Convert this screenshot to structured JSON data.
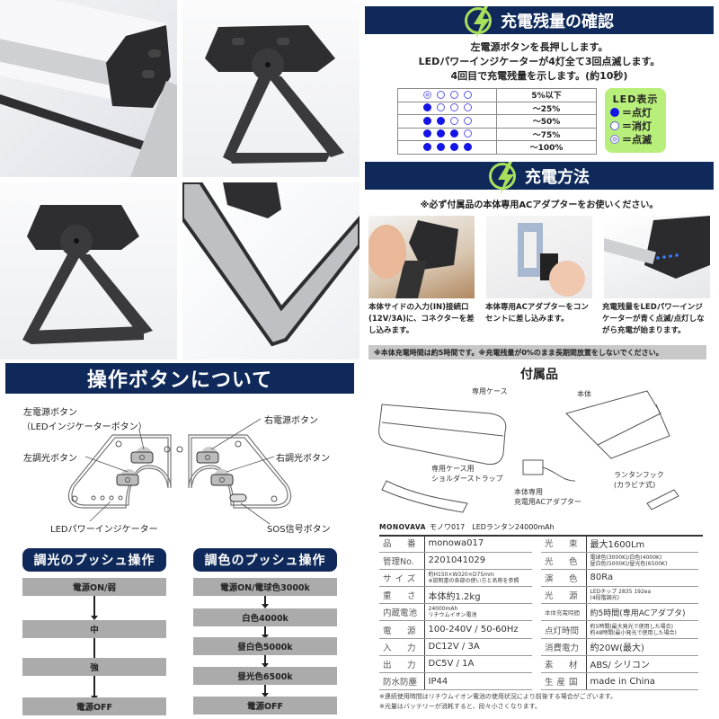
{
  "photos": {
    "items": [
      {
        "name": "lantern-side-closeup"
      },
      {
        "name": "lantern-front-stand"
      },
      {
        "name": "lantern-back-stand"
      },
      {
        "name": "stand-closeup"
      }
    ]
  },
  "charge_level": {
    "title": "充電残量の確認",
    "icon": "lightning-bolt-icon",
    "instructions": [
      "左電源ボタンを長押しします。",
      "LEDパワーインジケーターが4灯全て3回点滅します。",
      "4回目で充電残量を示します。(約10秒)"
    ],
    "rows": [
      {
        "leds": [
          "blink",
          "off",
          "off",
          "off"
        ],
        "label": "5%以下"
      },
      {
        "leds": [
          "on",
          "off",
          "off",
          "off"
        ],
        "label": "～25%"
      },
      {
        "leds": [
          "on",
          "on",
          "off",
          "off"
        ],
        "label": "～50%"
      },
      {
        "leds": [
          "on",
          "on",
          "on",
          "off"
        ],
        "label": "～75%"
      },
      {
        "leds": [
          "on",
          "on",
          "on",
          "on"
        ],
        "label": "～100%"
      }
    ],
    "legend": {
      "title": "LED表示",
      "on": "＝点灯",
      "off": "＝消灯",
      "blink": "＝点滅"
    },
    "colors": {
      "navy": "#0f2a5a",
      "led_blue": "#1414e6",
      "legend_green": "#b8ee7a",
      "bolt_green": "#a7e05a"
    }
  },
  "charging": {
    "title": "充電方法",
    "notice": "※必ず付属品の本体専用ACアダプターをお使いください。",
    "steps": [
      {
        "caption": "本体サイドの入力(IN)接続口(12V/3A)に、コネクターを差し込みます。"
      },
      {
        "caption": "本体専用ACアダプターをコンセントに差し込みます。"
      },
      {
        "caption": "充電残量をLEDパワーインジケーターが青く点滅/点灯しながら充電が始まります。"
      }
    ],
    "note": "※本体充電時間は約5時間です。※充電残量が0%のまま長期間放置をしないでください。"
  },
  "buttons": {
    "title": "操作ボタンについて",
    "labels": {
      "left_power": "左電源ボタン",
      "left_power_sub": "（LEDインジケーターボタン）",
      "right_power": "右電源ボタン",
      "left_dim": "左調光ボタン",
      "right_dim": "右調光ボタン",
      "led_indicator": "LEDパワーインジケーター",
      "sos": "SOS信号ボタン"
    }
  },
  "dimming": {
    "title": "調光のプッシュ操作",
    "steps": [
      "電源ON/弱",
      "中",
      "強",
      "電源OFF"
    ]
  },
  "color": {
    "title": "調色のプッシュ操作",
    "steps": [
      "電源ON/電球色3000k",
      "白色4000k",
      "昼白色5000k",
      "昼光色6500k",
      "電源OFF"
    ]
  },
  "accessories": {
    "title": "付属品",
    "items": [
      {
        "label": "専用ケース"
      },
      {
        "label": "本体"
      },
      {
        "label": "専用ケース用\nショルダーストラップ"
      },
      {
        "label": "本体専用\n充電用ACアダプター"
      },
      {
        "label": "ランタンフック\n(カラビナ式)"
      }
    ]
  },
  "specs": {
    "brand": "MONOVAVA",
    "product": "モノワ017　LEDランタン24000mAh",
    "left": [
      {
        "k": "品　番",
        "v": "monowa017"
      },
      {
        "k": "管理No.",
        "v": "2201041029"
      },
      {
        "k": "サイズ",
        "v": "約H150×W320×D75mm\n※説明書の各部の使い方と名称を参照"
      },
      {
        "k": "重　さ",
        "v": "本体約1.2kg"
      },
      {
        "k": "内蔵電池",
        "v": "24000mAh\nリチウムイオン電池"
      },
      {
        "k": "電　源",
        "v": "100-240V / 50-60Hz"
      },
      {
        "k": "入　力",
        "v": "DC12V / 3A"
      },
      {
        "k": "出　力",
        "v": "DC5V / 1A"
      },
      {
        "k": "防水防塵",
        "v": "IP44"
      }
    ],
    "right": [
      {
        "k": "光　束",
        "v": "最大1600Lm"
      },
      {
        "k": "光　色",
        "v": "電球色(3000K)/白色(4000K)\n昼白色(5000K)/昼光色(6500K)"
      },
      {
        "k": "演　色",
        "v": "80Ra"
      },
      {
        "k": "光　源",
        "v": "LEDチップ 2835 192ea\n(4段階調光)"
      },
      {
        "k": "本体充電時間",
        "v": "約5時間(専用ACアダプタ)"
      },
      {
        "k": "点灯時間",
        "v": "約5時間(最大発光で使用した場合)\n約48時間(最小発光で使用した場合)"
      },
      {
        "k": "消費電力",
        "v": "約20W(最大)"
      },
      {
        "k": "素　材",
        "v": "ABS/ シリコン"
      },
      {
        "k": "生産国",
        "v": "made in China"
      }
    ],
    "footnotes": [
      "※連続使用時間はリチウムイオン電池の使用状況により前後する場合がございます。",
      "※光量はバッテリーが消耗すると、段々小さくなります。"
    ]
  }
}
